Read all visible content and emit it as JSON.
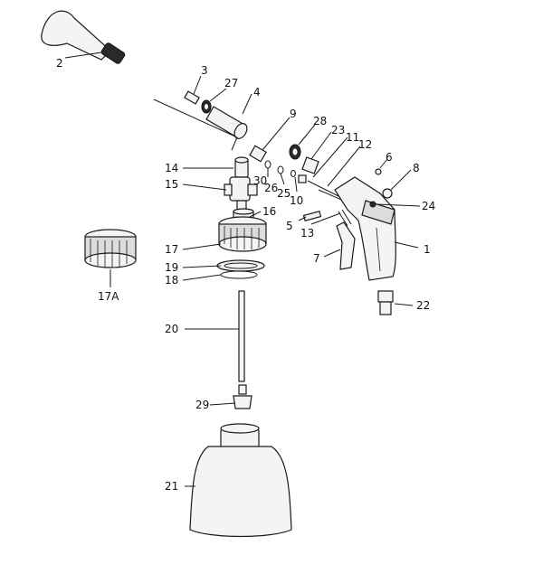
{
  "diagram": {
    "labels": {
      "p1": "1",
      "p2": "2",
      "p3": "3",
      "p4": "4",
      "p5": "5",
      "p6": "6",
      "p7": "7",
      "p8": "8",
      "p9": "9",
      "p10": "10",
      "p11": "11",
      "p12": "12",
      "p13": "13",
      "p14": "14",
      "p15": "15",
      "p16": "16",
      "p17": "17",
      "p17a": "17A",
      "p18": "18",
      "p19": "19",
      "p20": "20",
      "p21": "21",
      "p22": "22",
      "p23": "23",
      "p24": "24",
      "p25": "25",
      "p26": "26",
      "p27": "27",
      "p28": "28",
      "p29": "29",
      "p30": "30"
    }
  }
}
